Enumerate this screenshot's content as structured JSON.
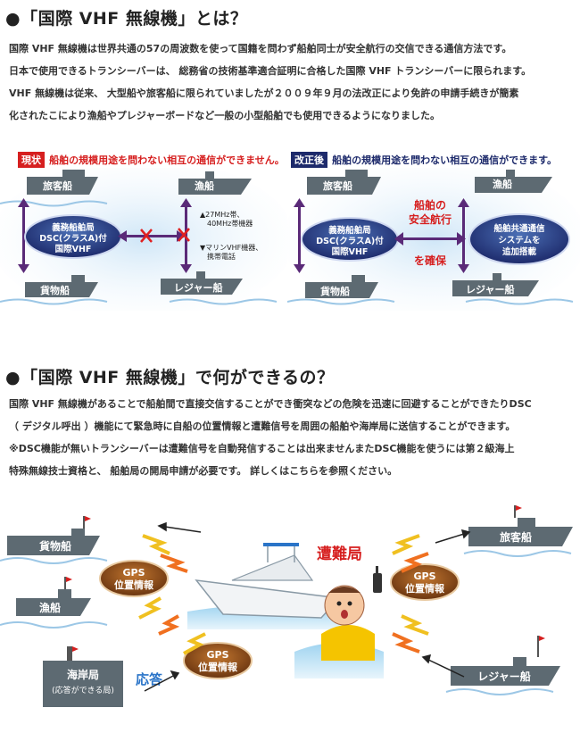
{
  "section1": {
    "title": "●「国際 VHF 無線機」とは？",
    "lines": [
      "国際 VHF 無線機は世界共通の57の周波数を使って国籍を問わず船舶同士が安全航行の交信できる通信方法です。",
      "日本で使用できるトランシーバーは、 総務省の技術基準適合証明に合格した国際 VHF トランシーバーに限られます。",
      "VHF 無線機は従来、 大型船や旅客船に限られていましたが２００９年９月の法改正により免許の申請手続きが簡素",
      "化されたこにより漁船やプレジャーボードなど一般の小型船舶でも使用できるようになりました。"
    ]
  },
  "before": {
    "tag": "現状",
    "caption": "船舶の規模用途を問わない相互の通信ができません。",
    "ship_top_left": "旅客船",
    "ship_top_right": "漁船",
    "ship_bottom_left": "貨物船",
    "ship_bottom_right": "レジャー船",
    "center_l1": "義務船舶局",
    "center_l2": "DSC(クラスA)付",
    "center_l3": "国際VHF",
    "note1_l1": "▲27MHz帯、",
    "note1_l2": "40MHz帯機器",
    "note2_l1": "▼マリンVHF機器、",
    "note2_l2": "携帯電話"
  },
  "after": {
    "tag": "改正後",
    "caption": "船舶の規模用途を問わない相互の通信ができます。",
    "ship_top_left": "旅客船",
    "ship_top_right": "漁船",
    "ship_bottom_left": "貨物船",
    "ship_bottom_right": "レジャー船",
    "center_l1": "義務船舶局",
    "center_l2": "DSC(クラスA)付",
    "center_l3": "国際VHF",
    "mid_top_l1": "船舶の",
    "mid_top_l2": "安全航行",
    "mid_bottom": "を確保",
    "right_l1": "船舶共通通信",
    "right_l2": "システムを",
    "right_l3": "追加搭載"
  },
  "section2": {
    "title": "●「国際 VHF 無線機」で何ができるの？",
    "lines": [
      "国際 VHF 無線機があることで船舶間で直接交信することができ衝突などの危険を迅速に回避することができたりDSC",
      "（ デジタル呼出 ）機能にて緊急時に自船の位置情報と遭難信号を周囲の船舶や海岸局に送信することができます。",
      "※DSC機能が無いトランシーバーは遭難信号を自動発信することは出来ませんまたDSC機能を使うには第２級海上",
      "特殊無線技士資格と、 船舶局の開局申請が必要です。 詳しくはこちらを参照ください。"
    ]
  },
  "scene": {
    "cargo": "貨物船",
    "fishing": "漁船",
    "passenger": "旅客船",
    "leisure": "レジャー船",
    "coast_l1": "海岸局",
    "coast_l2": "(応答ができる局)",
    "distress": "遭難局",
    "response": "応答",
    "gps_l1": "GPS",
    "gps_l2": "位置情報"
  },
  "colors": {
    "red": "#d61f1f",
    "navy": "#1d2a6b",
    "ship": "#5d6a72",
    "purple": "#5a2a78",
    "gps": "#8a4a1a"
  }
}
